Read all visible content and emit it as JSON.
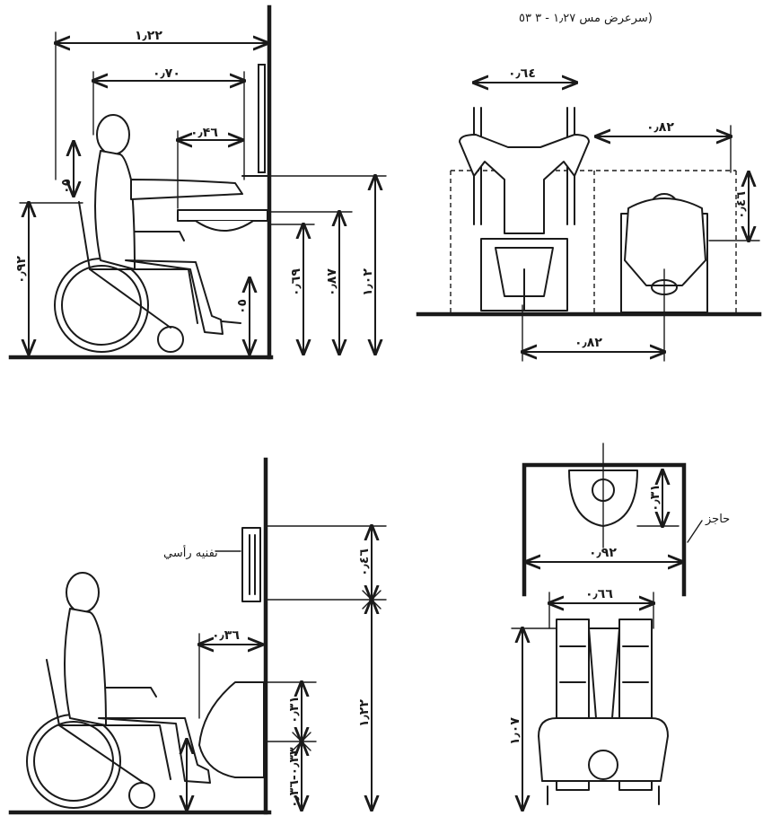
{
  "header_note": "سرعرض مس ۱٫۲۷ - ۳ ٥٣)",
  "panel_side_basin": {
    "dims": {
      "total_depth": "۱٫۲۲",
      "reach_depth": "۰٫۷۰",
      "basin_depth": "۰٫۴٦",
      "seat_height": "۰٫۹۲",
      "small_mark": "٠٥",
      "knee_clear": "۰٫٦٩",
      "basin_height": "۰٫۸۷",
      "mirror_height": "۱٫۰۲",
      "foot_mark": "٠٥"
    }
  },
  "panel_plan_basin": {
    "dims": {
      "chair_width": "۰٫٦٤",
      "basin_width": "۰٫۸۲",
      "basin_front": "۰٫٤٦",
      "centre_spacing": "۰٫۸۲"
    }
  },
  "panel_side_urinal": {
    "flush_label": "تفنيه رأسي",
    "dims": {
      "urinal_depth": "۰٫۳٦",
      "flush_height": "۰٫٤٦",
      "rim_height": "۱٫۲۲",
      "urinal_height": "۰٫٣١",
      "lower_height": "۰٫٣٦-۰٫٣٣"
    }
  },
  "panel_plan_urinal": {
    "partition_label": "حاجز",
    "dims": {
      "bowl_depth": "۰٫٣١",
      "stall_width": "۰٫۹۲",
      "chair_width": "۰٫٦٦",
      "chair_length": "۱٫۰۷"
    }
  }
}
